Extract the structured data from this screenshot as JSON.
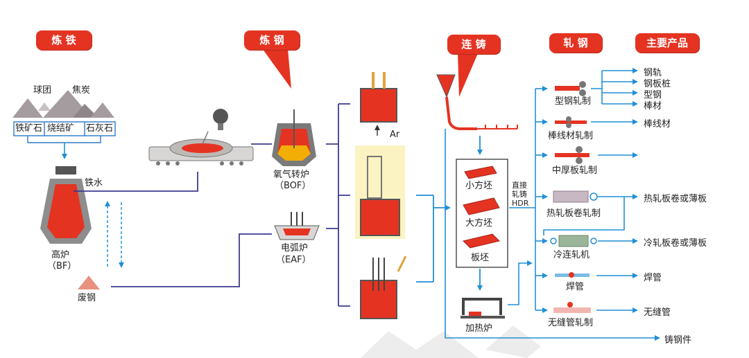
{
  "headers": {
    "ironmaking": "炼 铁",
    "steelmaking": "炼 钢",
    "casting": "连 铸",
    "rolling": "轧 钢",
    "products": "主要产品"
  },
  "raw_materials": {
    "pellets": "球团",
    "coke": "焦炭",
    "iron_ore": "铁矿石",
    "sinter": "烧结矿",
    "limestone": "石灰石"
  },
  "ironmaking": {
    "hot_metal": "铁水",
    "blast_furnace": "高炉",
    "blast_furnace_abbr": "（BF）",
    "scrap": "废钢"
  },
  "steelmaking": {
    "bof": "氧气转炉",
    "bof_abbr": "（BOF）",
    "eaf": "电弧炉",
    "eaf_abbr": "（EAF）",
    "argon": "Ar"
  },
  "casting": {
    "billet": "小方坯",
    "bloom": "大方坯",
    "slab": "板坯",
    "reheat_furnace": "加热炉",
    "hdr_line1": "直接",
    "hdr_line2": "轧铸",
    "hdr_line3": "HDR"
  },
  "rolling": {
    "section_mill": "型钢轧制",
    "wire_rod_mill": "棒线材轧制",
    "plate_mill": "中厚板轧制",
    "hot_strip_mill": "热轧板卷轧制",
    "cold_mill": "冷连轧机",
    "welded_pipe": "焊管",
    "seamless_mill": "无缝管轧制"
  },
  "products": {
    "rail": "钢轨",
    "sheet_pile": "钢板桩",
    "section": "型钢",
    "bar": "棒材",
    "wire_rod": "棒线材",
    "hot_coil": "热轧板卷或薄板",
    "cold_coil": "冷轧板卷或薄板",
    "welded_pipe": "焊管",
    "seamless_pipe": "无缝管",
    "casting": "铸钢件"
  },
  "colors": {
    "accent_red": "#e53322",
    "flow_blue": "#1f8fd6",
    "flow_purple": "#3b3a8f",
    "grey": "#9a9497"
  }
}
